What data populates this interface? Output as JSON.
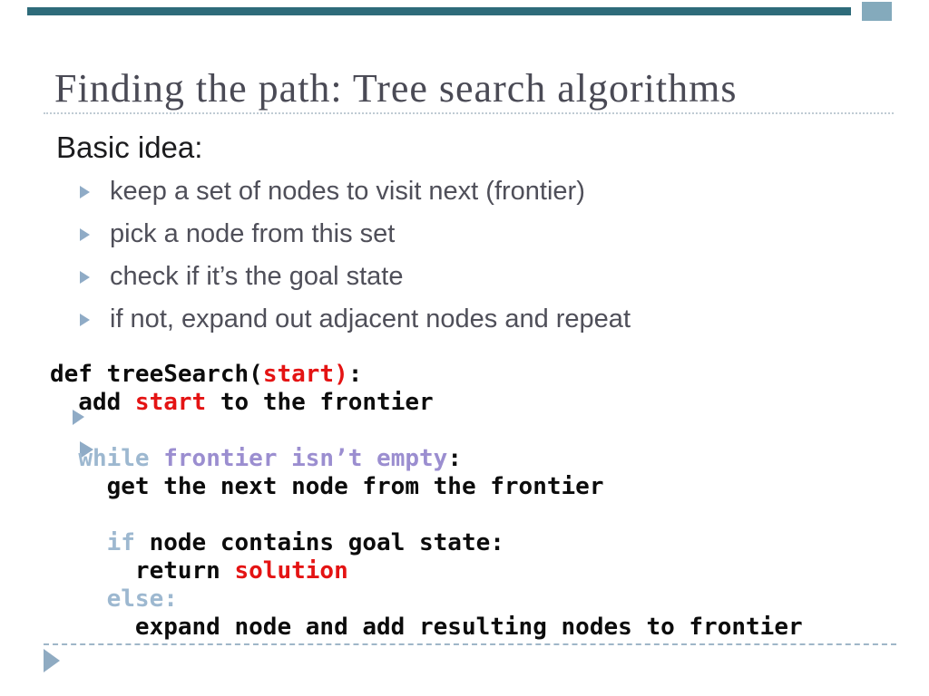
{
  "slide": {
    "title": "Finding the path: Tree search algorithms",
    "section_heading": "Basic idea:",
    "bullets": [
      "keep a set of nodes to visit next (frontier)",
      "pick a node from this set",
      "check if it’s the goal state",
      "if not, expand out adjacent nodes and repeat"
    ],
    "code": {
      "lines": [
        {
          "segments": [
            {
              "text": "def treeSearch(",
              "color": "plain"
            },
            {
              "text": "start)",
              "color": "red"
            },
            {
              "text": ":",
              "color": "plain"
            }
          ]
        },
        {
          "segments": [
            {
              "text": "  add ",
              "color": "plain"
            },
            {
              "text": "start",
              "color": "red"
            },
            {
              "text": " to the frontier",
              "color": "plain"
            }
          ]
        },
        {
          "segments": []
        },
        {
          "segments": [
            {
              "text": "  ",
              "color": "plain"
            },
            {
              "text": "while",
              "color": "keyword"
            },
            {
              "text": " ",
              "color": "plain"
            },
            {
              "text": "frontier isn’t empty",
              "color": "condition"
            },
            {
              "text": ":",
              "color": "plain"
            }
          ]
        },
        {
          "segments": [
            {
              "text": "    get the next node from the frontier",
              "color": "plain"
            }
          ]
        },
        {
          "segments": []
        },
        {
          "segments": [
            {
              "text": "    ",
              "color": "plain"
            },
            {
              "text": "if",
              "color": "keyword"
            },
            {
              "text": " node contains goal state:",
              "color": "plain"
            }
          ]
        },
        {
          "segments": [
            {
              "text": "      return ",
              "color": "plain"
            },
            {
              "text": "solution",
              "color": "red"
            }
          ]
        },
        {
          "segments": [
            {
              "text": "    ",
              "color": "plain"
            },
            {
              "text": "else:",
              "color": "keyword"
            }
          ]
        },
        {
          "segments": [
            {
              "text": "      expand node and add resulting nodes to frontier",
              "color": "plain"
            }
          ]
        }
      ]
    },
    "colors": {
      "top_bar": "#2e6b7a",
      "top_square": "#84aabc",
      "title_text": "#4a4a55",
      "heading_text": "#1b1b1d",
      "body_text": "#4f4f59",
      "bullet_icon": "#8fabc6",
      "rule_dotted": "#bfcbd3",
      "rule_dashed": "#9fb6c8",
      "code_plain": "#0c0c0c",
      "code_red": "#e41313",
      "code_keyword": "#9db8d0",
      "code_condition": "#9b8ed0"
    },
    "icons": {
      "bullet": "triangle-right-icon",
      "footer": "triangle-right-icon"
    }
  }
}
